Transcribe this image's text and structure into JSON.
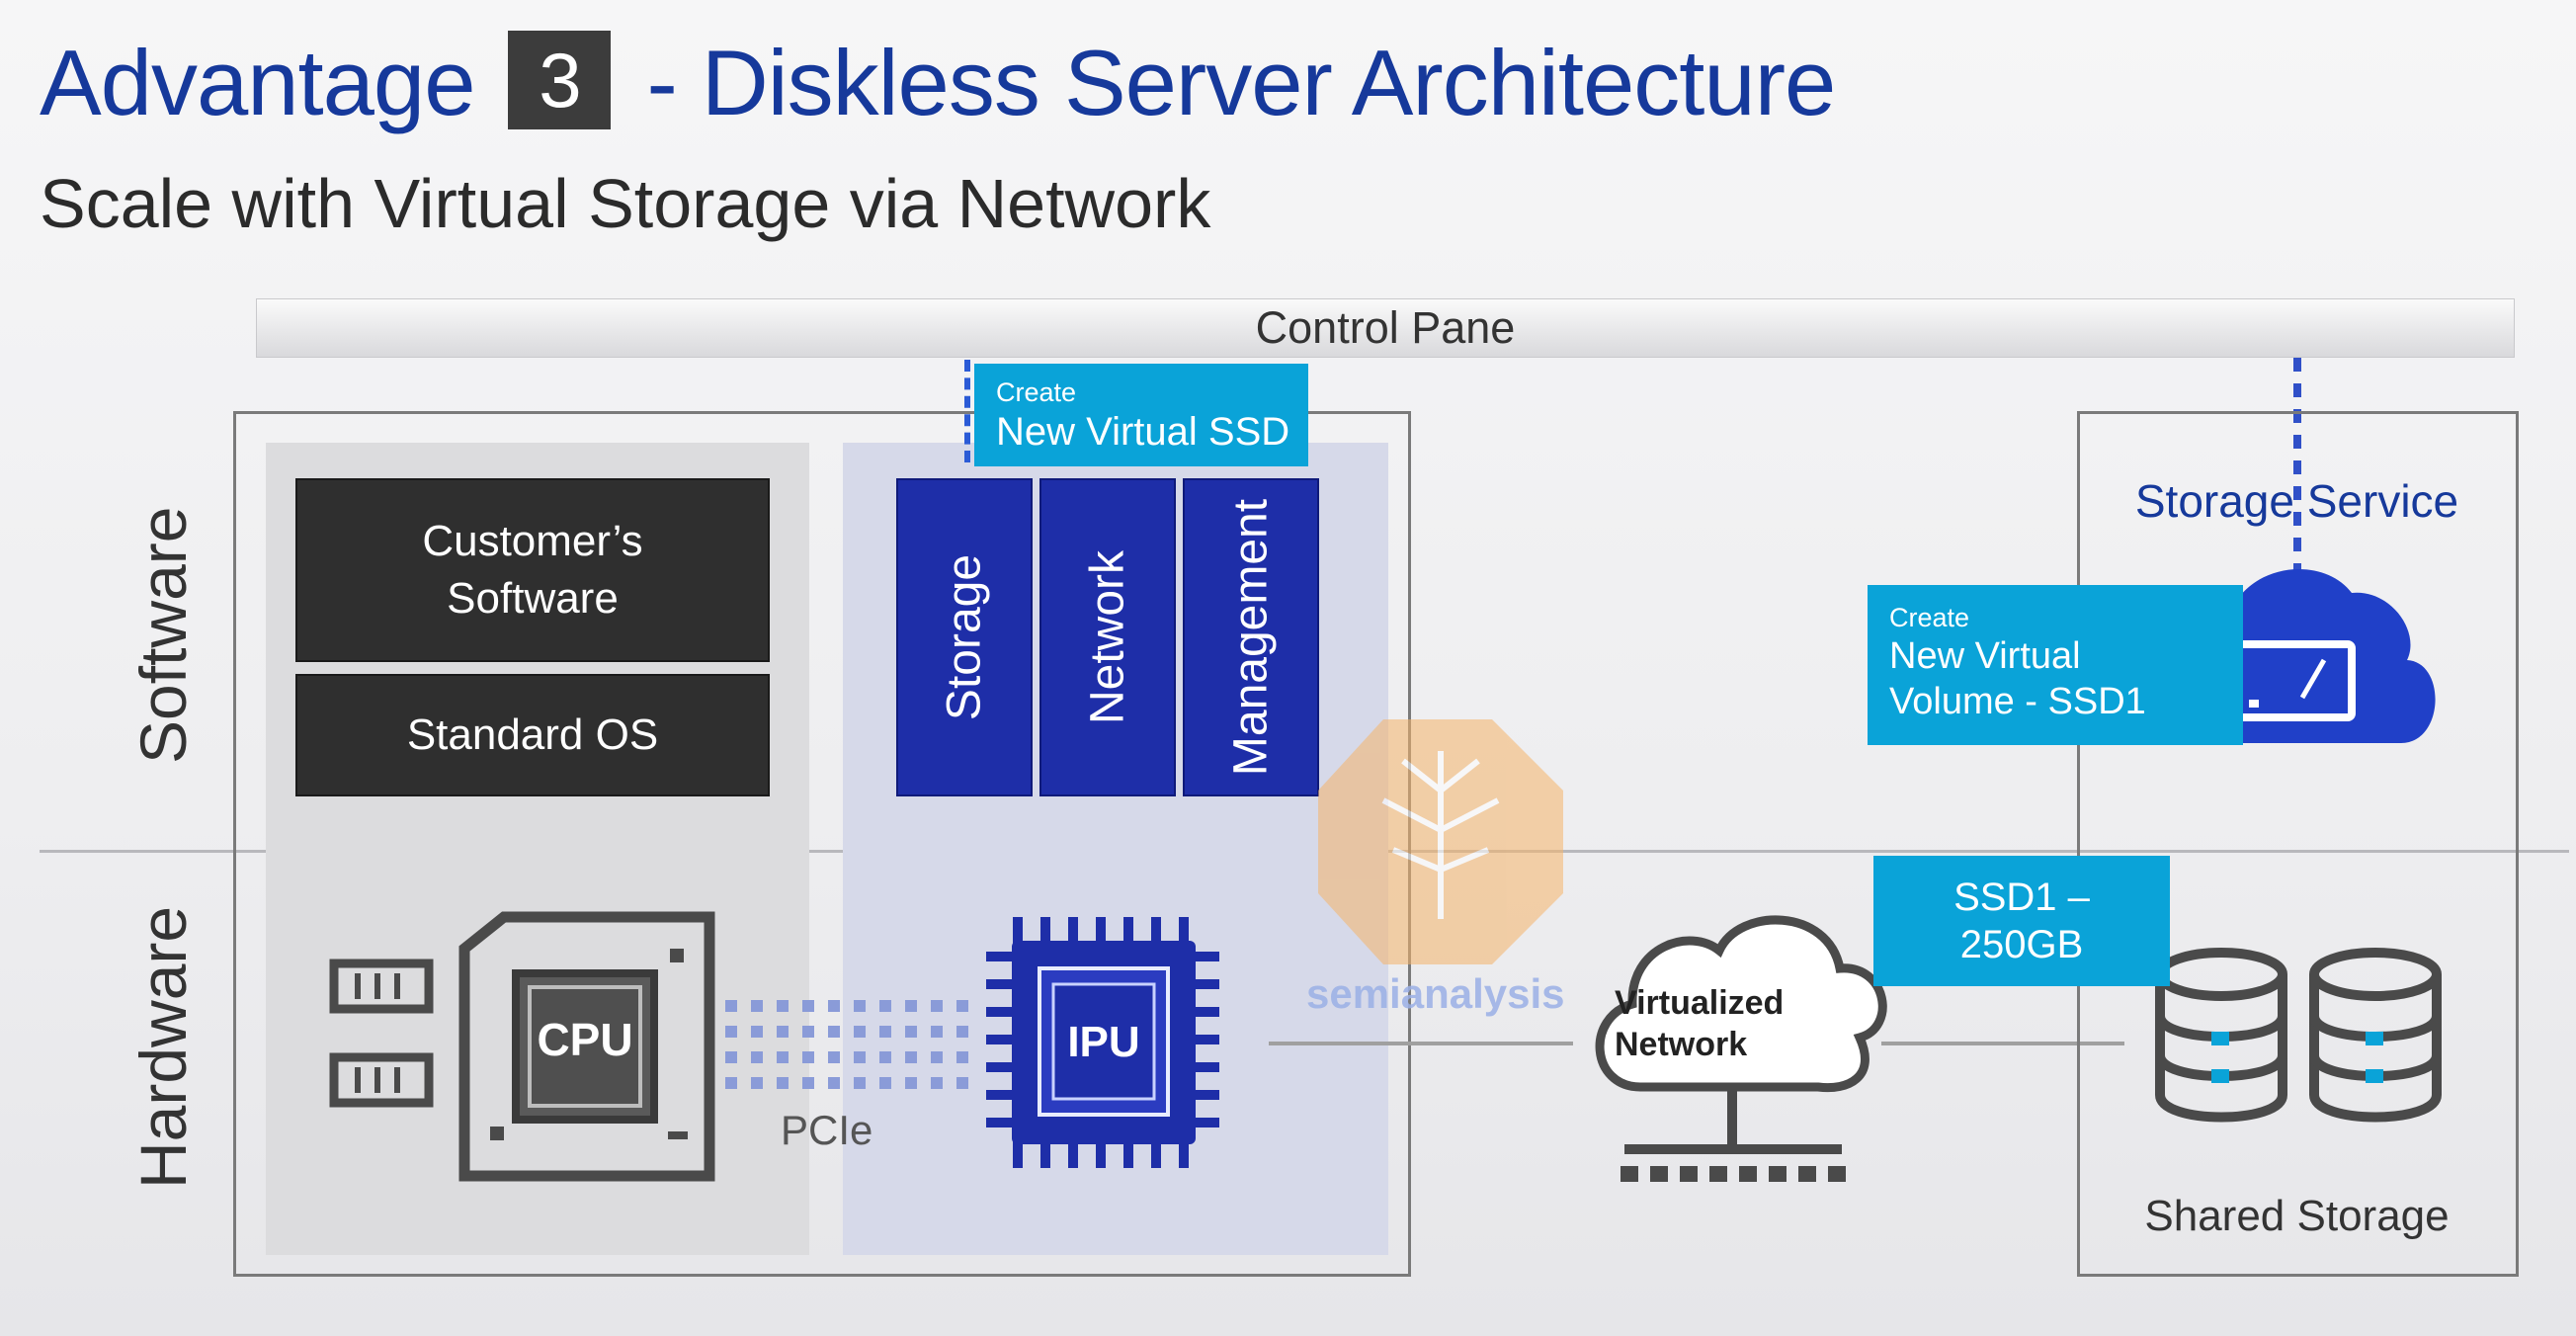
{
  "header": {
    "title_prefix": "Advantage",
    "title_number": "3",
    "title_suffix": "- Diskless Server Architecture",
    "subtitle": "Scale with Virtual Storage via Network"
  },
  "control_pane": "Control Pane",
  "sections": {
    "software": "Software",
    "hardware": "Hardware"
  },
  "host": {
    "customers_software_line1": "Customer’s",
    "customers_software_line2": "Software",
    "standard_os": "Standard OS",
    "cpu": "CPU",
    "pcie": "PCIe"
  },
  "ipu": {
    "create_small": "Create",
    "create_main": "New Virtual SSD",
    "stacks": [
      "Storage",
      "Network",
      "Management"
    ],
    "chip": "IPU"
  },
  "network": {
    "line1": "Virtualized",
    "line2": "Network"
  },
  "storage": {
    "service": "Storage Service",
    "create_small": "Create",
    "create_line1": "New Virtual",
    "create_line2": "Volume - SSD1",
    "ssd_line1": "SSD1 –",
    "ssd_line2": "250GB",
    "shared": "Shared Storage"
  },
  "watermark": "semianalysis",
  "colors": {
    "title_blue": "#16399b",
    "ipu_blue": "#1e2ea8",
    "cyan": "#0aa3d8",
    "dark": "#2f2f2f"
  }
}
